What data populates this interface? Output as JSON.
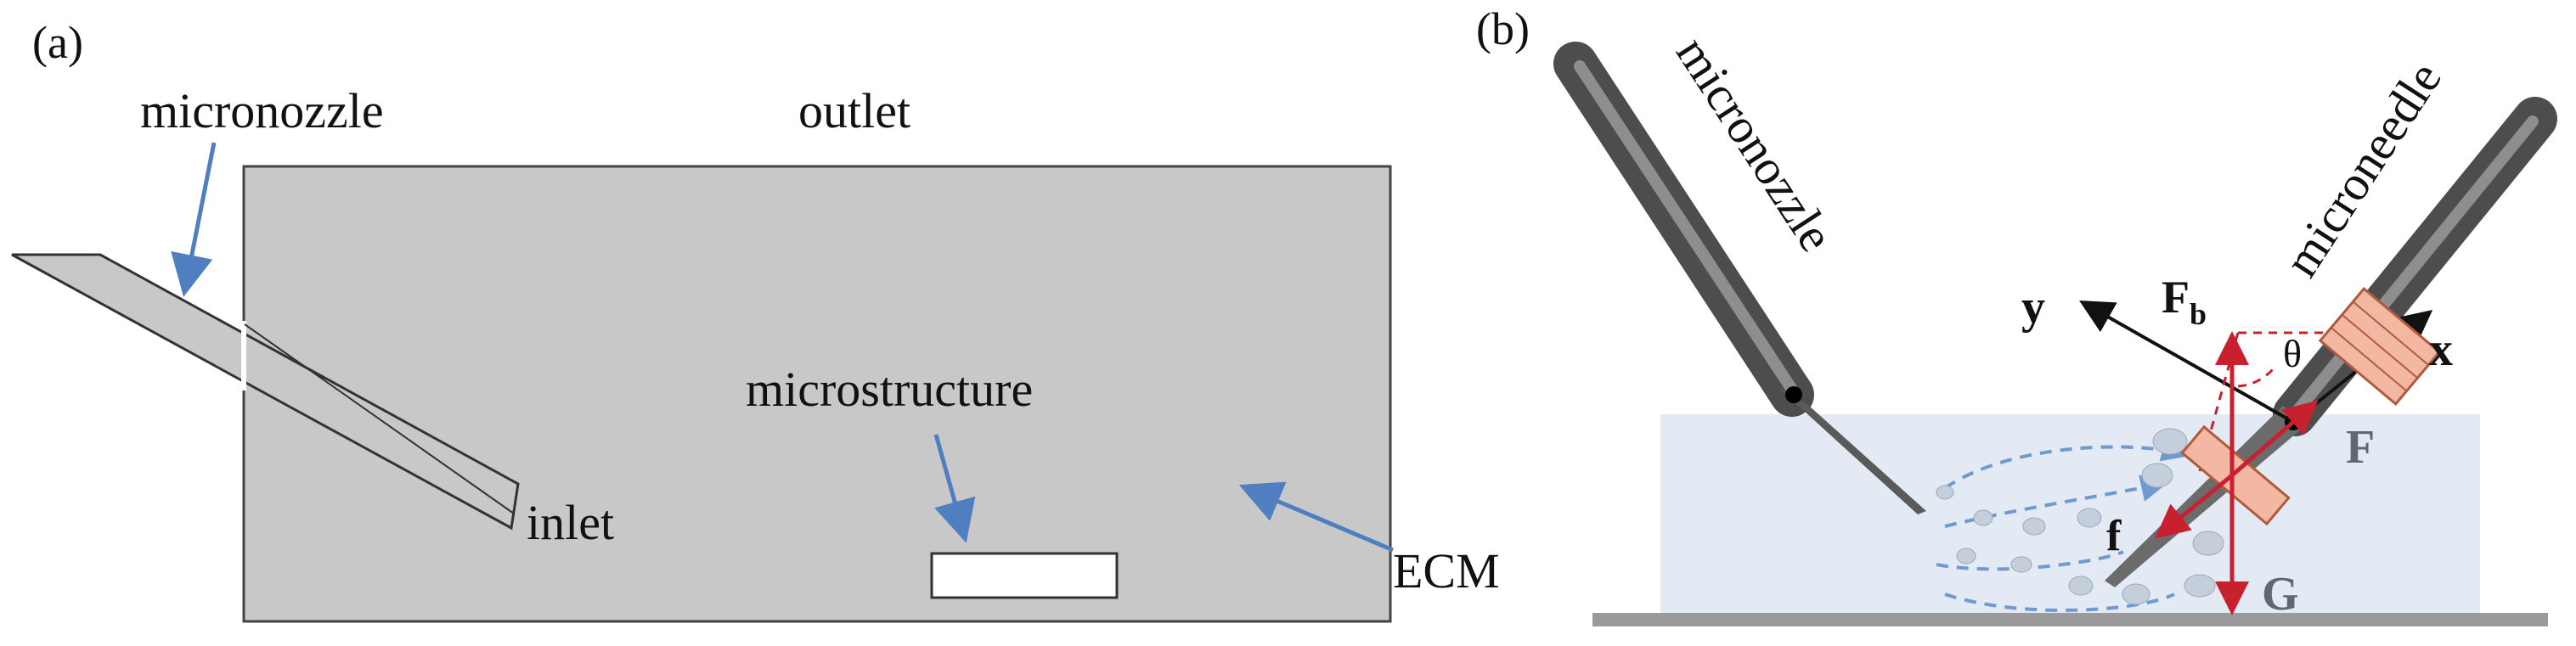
{
  "panel_a": {
    "label": "(a)",
    "micronozzle": "micronozzle",
    "outlet": "outlet",
    "inlet": "inlet",
    "microstructure": "microstructure",
    "ecm": "ECM"
  },
  "panel_b": {
    "label": "(b)",
    "micronozzle": "micronozzle",
    "microneedle": "microneedle",
    "y_axis": "y",
    "x_axis": "x",
    "fb_main": "F",
    "fb_sub": "b",
    "theta": "θ",
    "force_f_upper": "F",
    "force_f_lower": "f",
    "gravity": "G"
  },
  "colors": {
    "domain_fill": "#c8c8c8",
    "ecm_fill": "#e3eaf4",
    "arrow_blue": "#4f7fc0",
    "force_red": "#c8202e",
    "bead_orange": "#f2b8a2",
    "needle_gray": "#6b6b6b"
  }
}
